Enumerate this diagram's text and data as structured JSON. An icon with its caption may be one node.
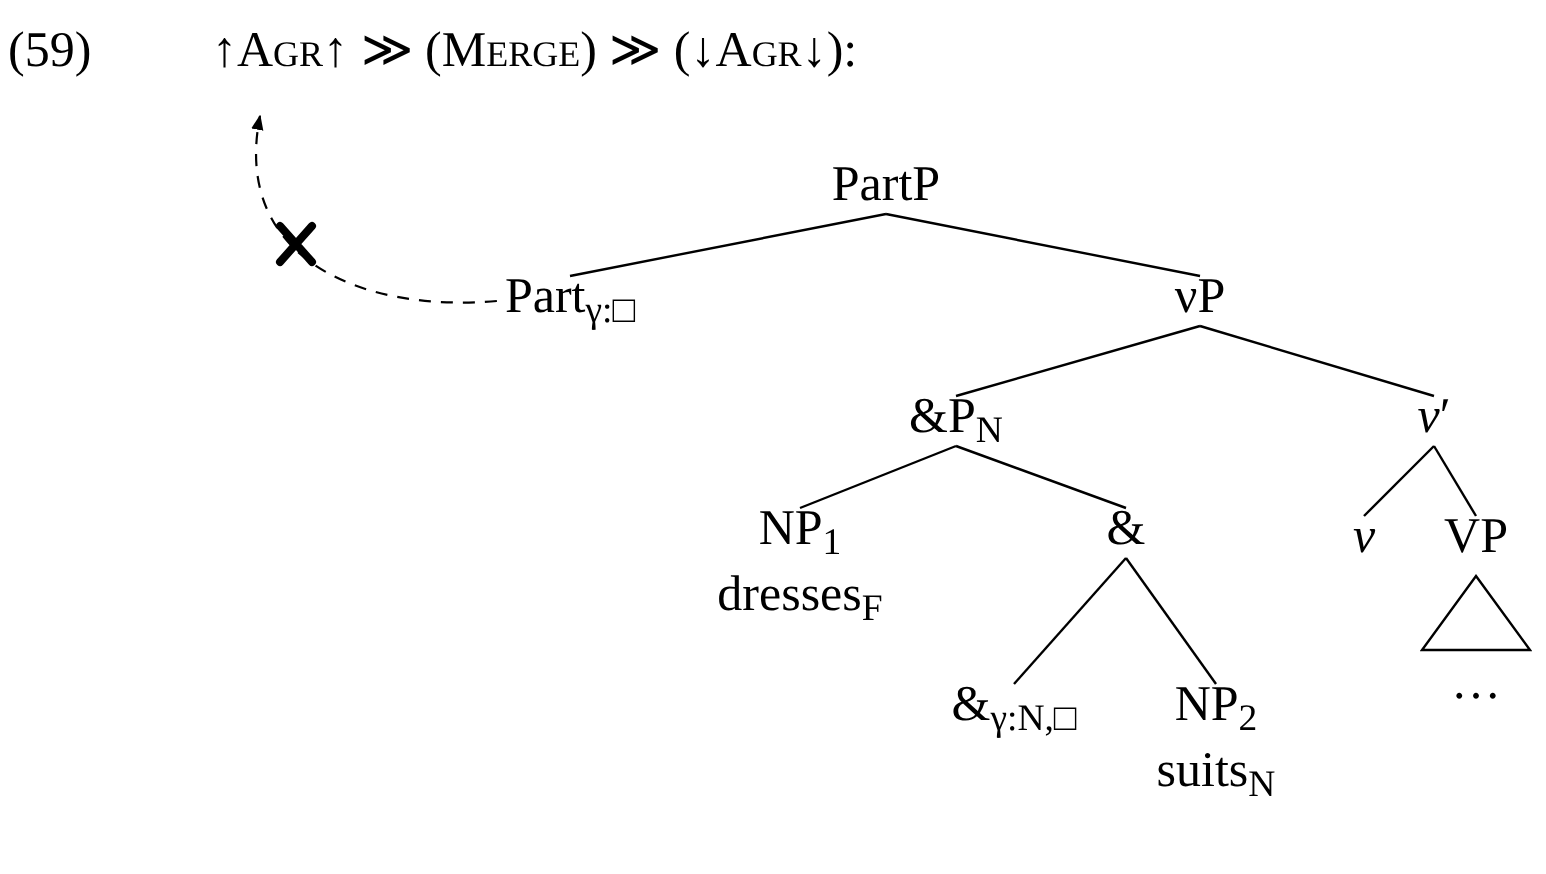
{
  "diagram": {
    "title": "↑Agr↑ ≫ (Merge) ≫ (↓Agr↓):",
    "nodes": [
      {
        "text": [
          "PartP"
        ]
      },
      {
        "text": [
          "Part$_{γ:□}$"
        ]
      },
      {
        "text": [
          "νP"
        ]
      },
      {
        "text": [
          "&P$_{N}$"
        ]
      },
      {
        "text": [
          "*ν*′"
        ]
      },
      {
        "text": [
          "NP$_{1}$",
          "dresses$_{F}$"
        ]
      },
      {
        "text": [
          "&"
        ]
      },
      {
        "text": [
          "*ν*"
        ]
      },
      {
        "text": [
          "VP",
          "…"
        ]
      },
      {
        "text": [
          "&$_{γ:N,□}$"
        ]
      },
      {
        "text": [
          "NP$_{2}$",
          "suits$_{N}$"
        ]
      }
    ],
    "edges": [
      {
        "from": 0,
        "to": 1,
        "arrow": "none"
      },
      {
        "from": 0,
        "to": 2,
        "arrow": "none"
      },
      {
        "from": 2,
        "to": 3,
        "arrow": "none"
      },
      {
        "from": 2,
        "to": 4,
        "arrow": "none"
      },
      {
        "from": 3,
        "to": 5,
        "arrow": "none"
      },
      {
        "from": 3,
        "to": 6,
        "arrow": "none"
      },
      {
        "from": 4,
        "to": 7,
        "arrow": "none"
      },
      {
        "from": 4,
        "to": 8,
        "arrow": "none"
      },
      {
        "from": 6,
        "to": 9,
        "arrow": "none"
      },
      {
        "from": 6,
        "to": 10,
        "arrow": "none"
      },
      {
        "from": 1,
        "to": null,
        "arrow": "to",
        "style": "dashed"
      }
    ],
    "labels": [
      "(59)"
    ]
  }
}
